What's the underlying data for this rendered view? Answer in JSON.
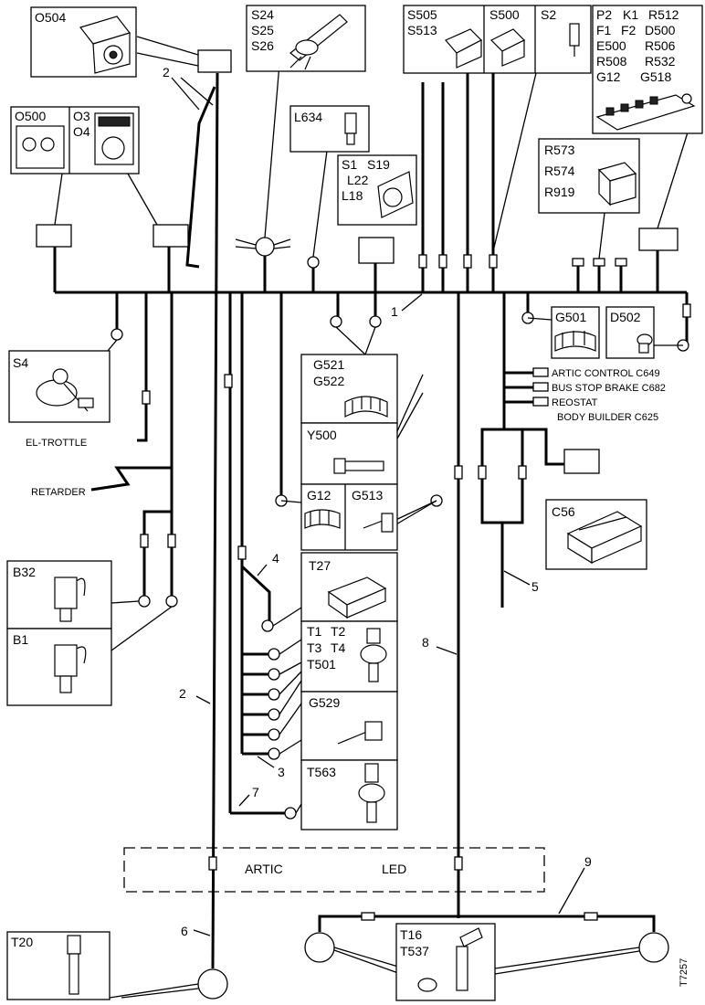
{
  "components": {
    "o504": [
      "O504"
    ],
    "s24": [
      "S24",
      "S25",
      "S26"
    ],
    "s505": [
      "S505",
      "S513"
    ],
    "s500": [
      "S500"
    ],
    "s2": [
      "S2"
    ],
    "p2": [
      "P2",
      "K1",
      "R512",
      "F1",
      "F2",
      "D500",
      "E500",
      "R506",
      "R508",
      "R532",
      "G12",
      "G518"
    ],
    "o500": [
      "O500",
      "O3",
      "O4"
    ],
    "l634": [
      "L634"
    ],
    "s1": [
      "S1",
      "S19",
      "L22",
      "L18"
    ],
    "r573": [
      "R573",
      "R574",
      "R919"
    ],
    "s4": [
      "S4"
    ],
    "g521": [
      "G521",
      "G522"
    ],
    "g501": [
      "G501"
    ],
    "d502": [
      "D502"
    ],
    "y500": [
      "Y500"
    ],
    "g12b": [
      "G12"
    ],
    "g513": [
      "G513"
    ],
    "c56": [
      "C56"
    ],
    "b32": [
      "B32"
    ],
    "b1": [
      "B1"
    ],
    "t27": [
      "T27"
    ],
    "t1": [
      "T1",
      "T2",
      "T3",
      "T4",
      "T501"
    ],
    "g529": [
      "G529"
    ],
    "t563": [
      "T563"
    ],
    "t20": [
      "T20"
    ],
    "t16": [
      "T16",
      "T537"
    ]
  },
  "side_labels": {
    "el_trottle": "EL-TROTTLE",
    "retarder": "RETARDER",
    "artic_control": "ARTIC  CONTROL  C649",
    "bus_stop_brake": "BUS STOP BRAKE  C682",
    "reostat": "REOSTAT",
    "body_builder": "BODY BUILDER  C625"
  },
  "region_labels": {
    "artic": "ARTIC",
    "led": "LED"
  },
  "callouts": [
    "1",
    "2",
    "2",
    "3",
    "4",
    "5",
    "6",
    "7",
    "8",
    "9"
  ],
  "figure_id": "T7257"
}
